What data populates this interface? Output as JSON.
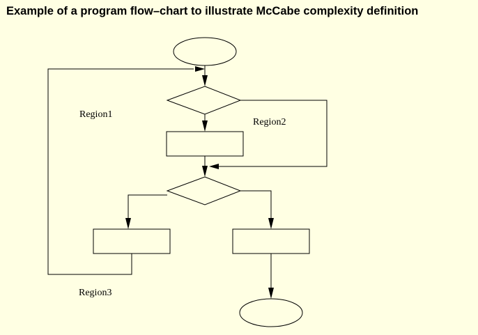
{
  "title": "Example of a program flow–chart to illustrate McCabe complexity definition",
  "regions": {
    "region1": "Region1",
    "region2": "Region2",
    "region3": "Region3"
  },
  "colors": {
    "background": "#ffffe3",
    "stroke": "#000000"
  },
  "nodes": [
    {
      "id": "start",
      "shape": "ellipse"
    },
    {
      "id": "decision1",
      "shape": "diamond"
    },
    {
      "id": "process1",
      "shape": "rectangle"
    },
    {
      "id": "decision2",
      "shape": "diamond"
    },
    {
      "id": "process-left",
      "shape": "rectangle"
    },
    {
      "id": "process-right",
      "shape": "rectangle"
    },
    {
      "id": "end",
      "shape": "ellipse"
    }
  ],
  "edges": [
    {
      "from": "start",
      "to": "decision1"
    },
    {
      "from": "decision1",
      "to": "process1"
    },
    {
      "from": "decision1",
      "to": "decision2"
    },
    {
      "from": "process1",
      "to": "decision2"
    },
    {
      "from": "decision2",
      "to": "process-left"
    },
    {
      "from": "decision2",
      "to": "process-right"
    },
    {
      "from": "process-left",
      "to": "decision1"
    },
    {
      "from": "process-right",
      "to": "end"
    }
  ]
}
